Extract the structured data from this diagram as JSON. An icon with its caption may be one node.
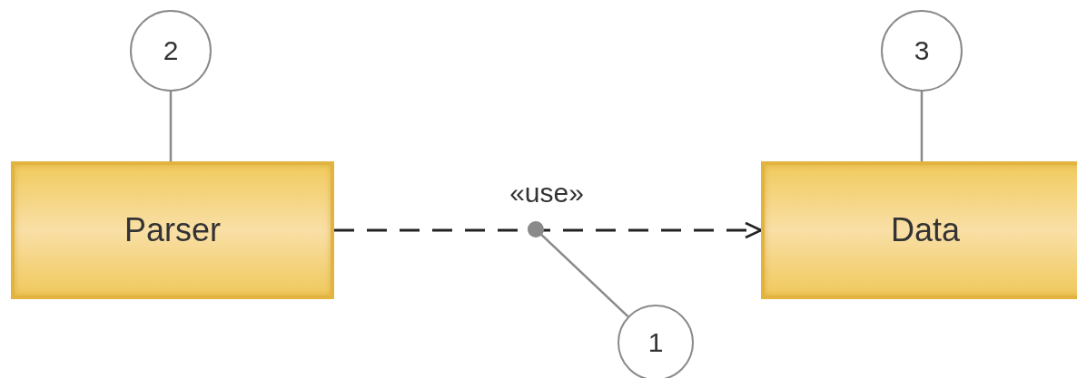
{
  "diagram": {
    "nodes": [
      {
        "text": [
          "Parser"
        ]
      },
      {
        "text": [
          "Data"
        ]
      },
      {
        "text": [
          "2"
        ]
      },
      {
        "text": [
          "3"
        ]
      },
      {
        "text": [
          "1"
        ]
      }
    ],
    "edges": [
      {
        "from": 0,
        "to": 1,
        "arrow": "to",
        "style": "dashed",
        "label": "«use»",
        "color": "#222222"
      },
      {
        "from": 2,
        "to": 0,
        "arrow": "none"
      },
      {
        "from": 3,
        "to": 1,
        "arrow": "none"
      },
      {
        "from": 4,
        "to": null,
        "arrow": "other"
      }
    ]
  }
}
